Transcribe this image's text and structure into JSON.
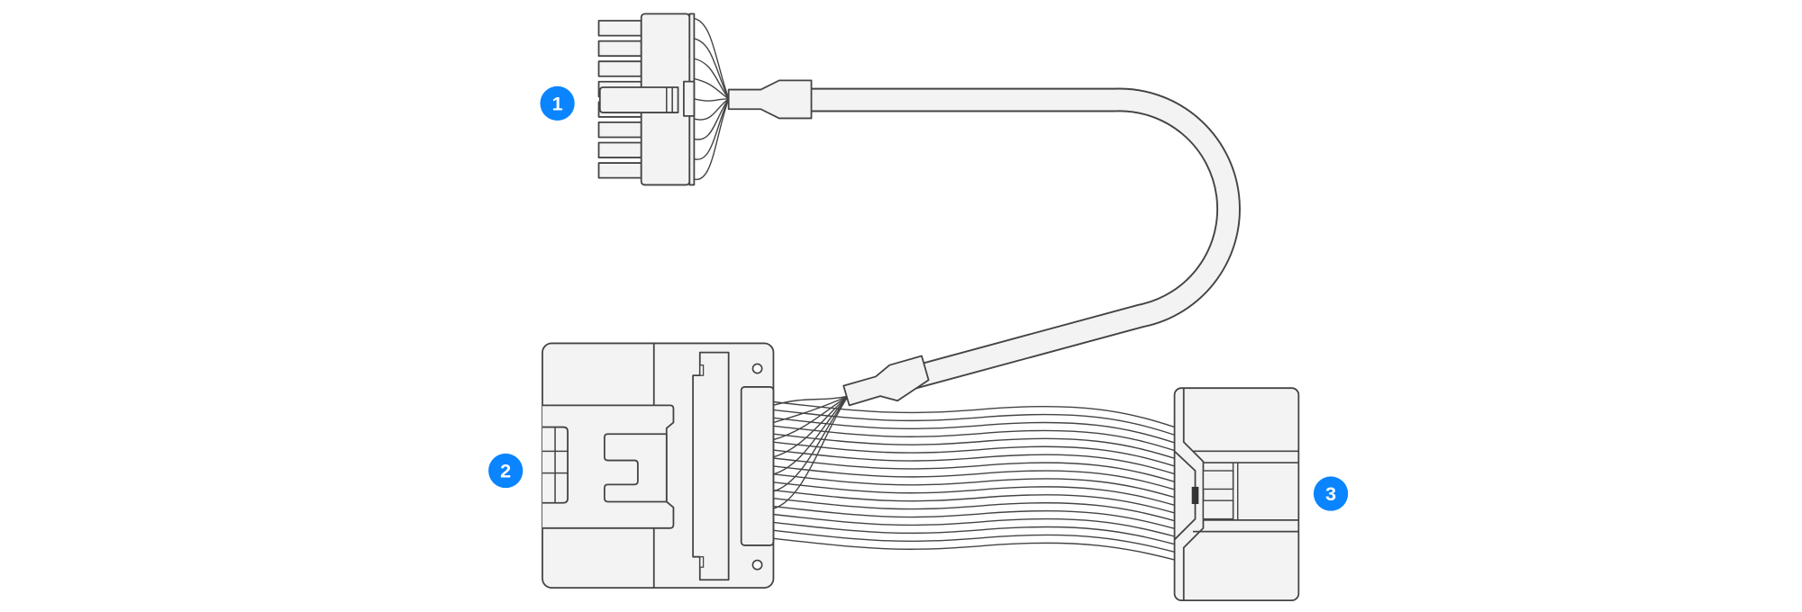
{
  "callouts": [
    {
      "label": "1"
    },
    {
      "label": "2"
    },
    {
      "label": "3"
    }
  ],
  "colors": {
    "callout": "#0a84ff",
    "outline": "#444444",
    "fill": "#f3f3f3"
  }
}
